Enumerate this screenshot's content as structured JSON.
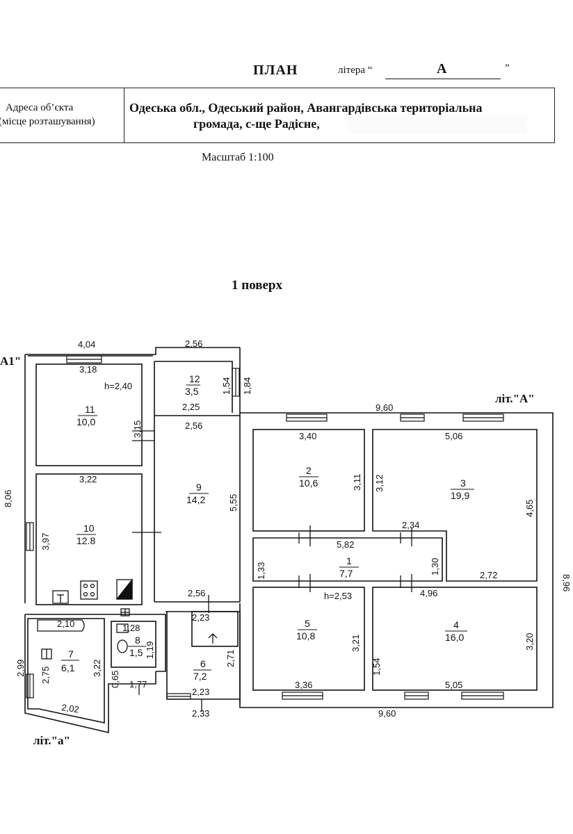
{
  "header": {
    "title": "ПЛАН",
    "litera_label": "літера “",
    "litera_value": "А",
    "litera_close": "”"
  },
  "address": {
    "label_line1": "Адреса об’єкта",
    "label_line2": "(місце розташування)",
    "value_line1": "Одеська обл., Одеський район, Авангардівська територіальна",
    "value_line2": "громада, с-ще Радісне,"
  },
  "scale": "Масштаб 1:100",
  "floor_title": "1 поверх",
  "building_labels": {
    "lit_A1": "A1\"",
    "lit_A": "літ.\"А\"",
    "lit_a": "літ.\"а\""
  },
  "rooms": [
    {
      "num": "1",
      "area": "7,7"
    },
    {
      "num": "2",
      "area": "10,6"
    },
    {
      "num": "3",
      "area": "19,9"
    },
    {
      "num": "4",
      "area": "16,0"
    },
    {
      "num": "5",
      "area": "10,8"
    },
    {
      "num": "6",
      "area": "7,2"
    },
    {
      "num": "7",
      "area": "6,1"
    },
    {
      "num": "8",
      "area": "1,5"
    },
    {
      "num": "9",
      "area": "14,2"
    },
    {
      "num": "10",
      "area": "12.8"
    },
    {
      "num": "11",
      "area": "10,0"
    },
    {
      "num": "12",
      "area": "3,5"
    }
  ],
  "heights": {
    "room11": "h=2,40",
    "room5": "h=2,53"
  },
  "dimensions": {
    "d404": "4,04",
    "d256top": "2,56",
    "d318": "3,18",
    "d154": "1,54",
    "d184": "1,84",
    "d315": "3,15",
    "d225": "2,25",
    "d256b": "2,56",
    "d960top": "9,60",
    "d340": "3,40",
    "d506": "5,06",
    "d322": "3,22",
    "d806": "8,06",
    "d555": "5,55",
    "d311": "3,11",
    "d312": "3,12",
    "d465": "4,65",
    "d397": "3,97",
    "d234": "2,34",
    "d582": "5,82",
    "d133": "1,33",
    "d130": "1,30",
    "d896": "8,96",
    "d272": "2,72",
    "d256c": "2,56",
    "d496": "4,96",
    "d210": "2,10",
    "d128": "1,28",
    "d223a": "2,23",
    "d119": "1,19",
    "d321": "3,21",
    "d320": "3,20",
    "d299": "2,99",
    "d275": "2,75",
    "d322b": "3,22",
    "d271": "2,71",
    "d154b": "1,54",
    "d065": "0,65",
    "d177": "1,77",
    "d336": "3,36",
    "d505": "5,05",
    "d223b": "2,23",
    "d202": "2,02",
    "d233": "2,33",
    "d960bot": "9,60"
  },
  "colors": {
    "paper": "#ffffff",
    "ink": "#111111",
    "backdrop": "#ffffff"
  },
  "icons": [
    "stove-icon",
    "boiler-icon",
    "toilet-icon",
    "sink-icon",
    "bath-icon",
    "entrance-arrow-icon",
    "vent-icon"
  ]
}
